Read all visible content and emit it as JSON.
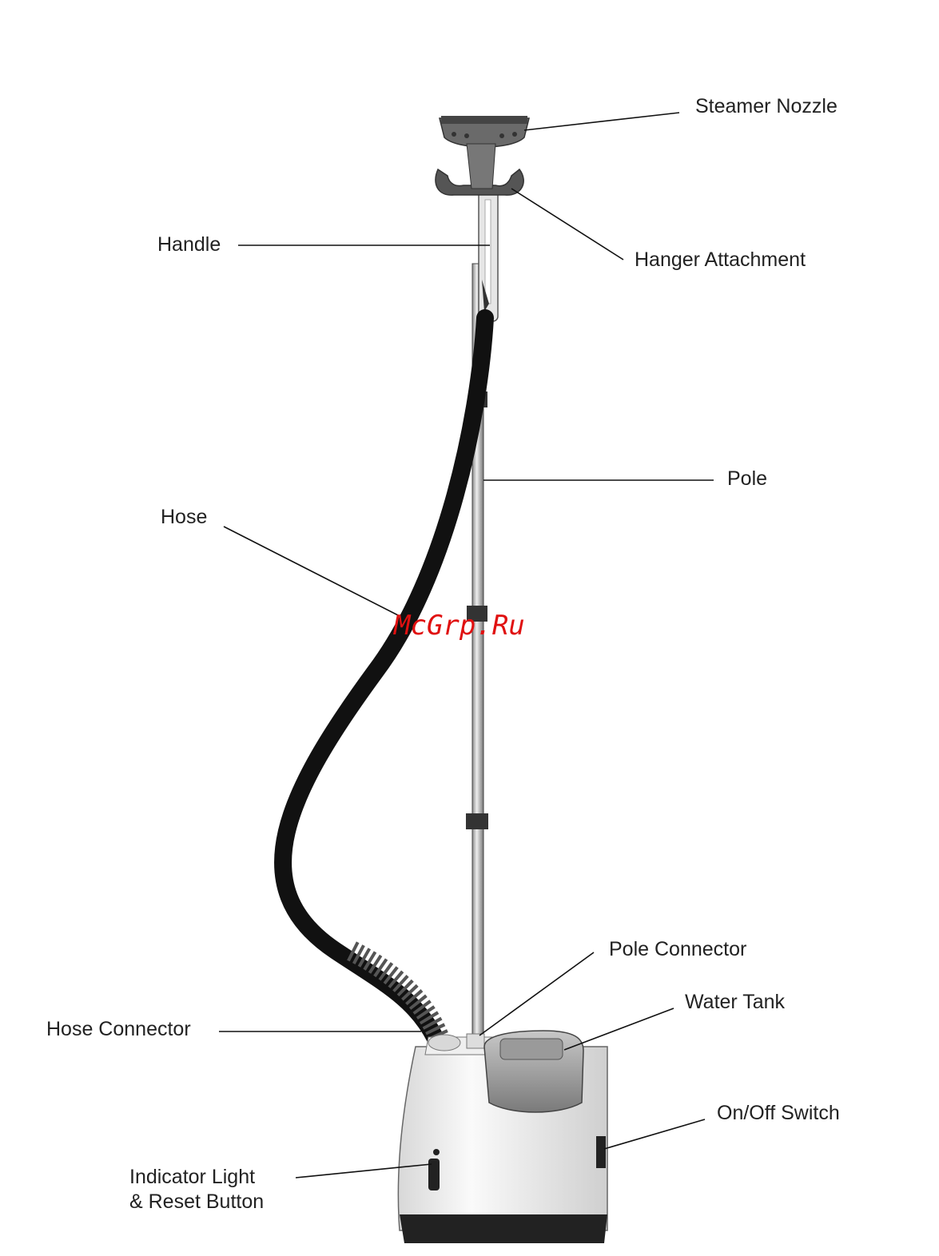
{
  "diagram": {
    "labels": {
      "steamer_nozzle": "Steamer Nozzle",
      "hanger_attachment": "Hanger Attachment",
      "handle": "Handle",
      "pole": "Pole",
      "hose": "Hose",
      "pole_connector": "Pole Connector",
      "water_tank": "Water Tank",
      "hose_connector": "Hose Connector",
      "on_off_switch": "On/Off Switch",
      "indicator_line1": "Indicator Light",
      "indicator_line2": "& Reset Button"
    },
    "watermark": "McGrp.Ru",
    "colors": {
      "watermark": "#e01010",
      "hose": "#111111",
      "base": "#f2f2f2",
      "text": "#222222"
    }
  }
}
